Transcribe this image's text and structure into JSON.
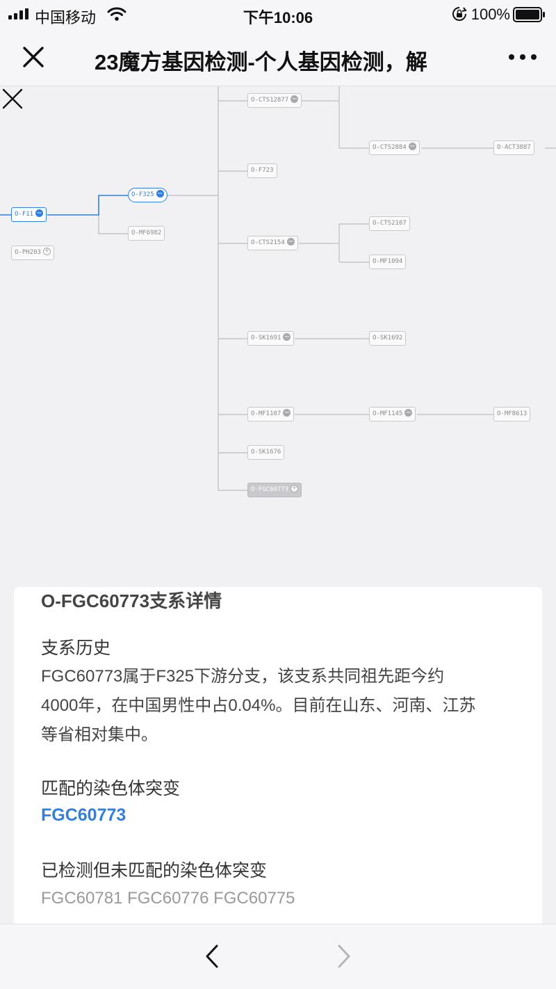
{
  "status_bar": {
    "carrier": "中国移动",
    "time": "下午10:06",
    "battery": "100%"
  },
  "nav": {
    "title": "23魔方基因检测-个人基因检测，解"
  },
  "tree": {
    "nodes": {
      "f11": "O-F11",
      "ph203": "O-PH203",
      "f325": "O-F325",
      "mf6982": "O-MF6982",
      "cts12877": "O-CTS12877",
      "f723": "O-F723",
      "cts2154": "O-CTS2154",
      "sk1691": "O-SK1691",
      "mf1107": "O-MF1107",
      "sk1676": "O-SK1676",
      "fgc60773": "O-FGC60773",
      "cts2884": "O-CTS2884",
      "act3887": "O-ACT3887",
      "cts2107": "O-CTS2107",
      "mf1094": "O-MF1094",
      "sk1692": "O-SK1692",
      "mf1145": "O-MF1145",
      "mf8613": "O-MF8613"
    },
    "accent_color": "#2f7ee0"
  },
  "detail": {
    "title": "O-FGC60773支系详情",
    "history_heading": "支系历史",
    "history_lines": [
      "FGC60773属于F325下游分支，该支系共同祖先距今约",
      "4000年，在中国男性中占0.04%。目前在山东、河南、江苏",
      "等省相对集中。"
    ],
    "matched_heading": "匹配的染色体突变",
    "matched_value": "FGC60773",
    "unmatched_heading": "已检测但未匹配的染色体突变",
    "unmatched_value": "FGC60781 FGC60776 FGC60775"
  }
}
